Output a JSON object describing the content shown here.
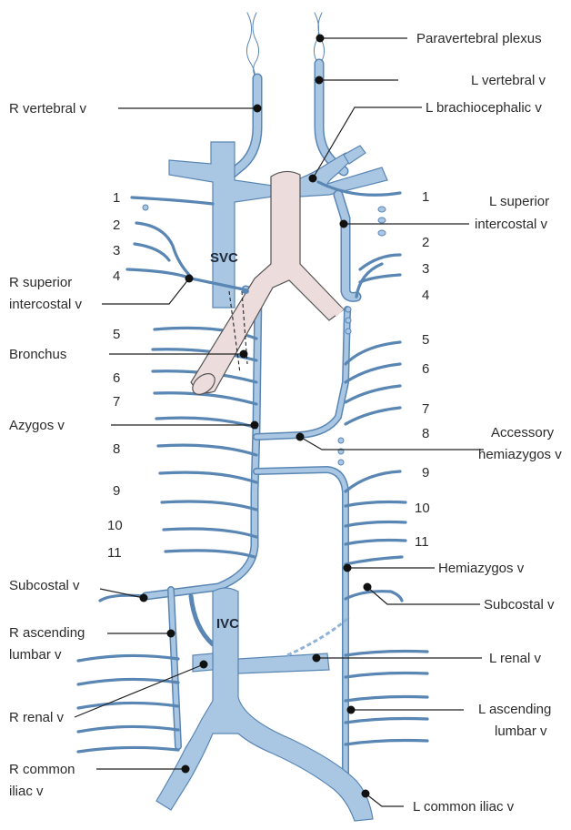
{
  "labels": {
    "paravertebral_plexus": "Paravertebral plexus",
    "l_vertebral_v": "L vertebral v",
    "r_vertebral_v": "R vertebral v",
    "l_brachiocephalic_v": "L brachiocephalic v",
    "l_superior_intercostal_v_line1": "L superior",
    "l_superior_intercostal_v_line2": "intercostal v",
    "svc": "SVC",
    "r_superior_intercostal_v_line1": "R superior",
    "r_superior_intercostal_v_line2": "intercostal v",
    "bronchus": "Bronchus",
    "azygos_v": "Azygos v",
    "accessory_hemiazygos_v_line1": "Accessory",
    "accessory_hemiazygos_v_line2": "hemiazygos v",
    "hemiazygos_v": "Hemiazygos v",
    "subcostal_v_left_side": "Subcostal v",
    "subcostal_v_right_side": "Subcostal v",
    "r_ascending_lumbar_v_line1": "R ascending",
    "r_ascending_lumbar_v_line2": "lumbar v",
    "ivc": "IVC",
    "l_renal_v": "L renal v",
    "r_renal_v": "R renal v",
    "l_ascending_lumbar_v_line1": "L ascending",
    "l_ascending_lumbar_v_line2": "lumbar v",
    "r_common_iliac_v_line1": "R common",
    "r_common_iliac_v_line2": "iliac v",
    "l_common_iliac_v": "L common iliac v"
  },
  "intercostal_numbers_left": [
    "1",
    "2",
    "3",
    "4",
    "5",
    "6",
    "7",
    "8",
    "9",
    "10",
    "11"
  ],
  "intercostal_numbers_right": [
    "1",
    "2",
    "3",
    "4",
    "5",
    "6",
    "7",
    "8",
    "9",
    "10",
    "11"
  ],
  "colors": {
    "vein_fill": "#a9c7e3",
    "vein_outline": "#5a86b4",
    "airway_fill": "#ecdcdc",
    "leader_line": "#222222"
  }
}
